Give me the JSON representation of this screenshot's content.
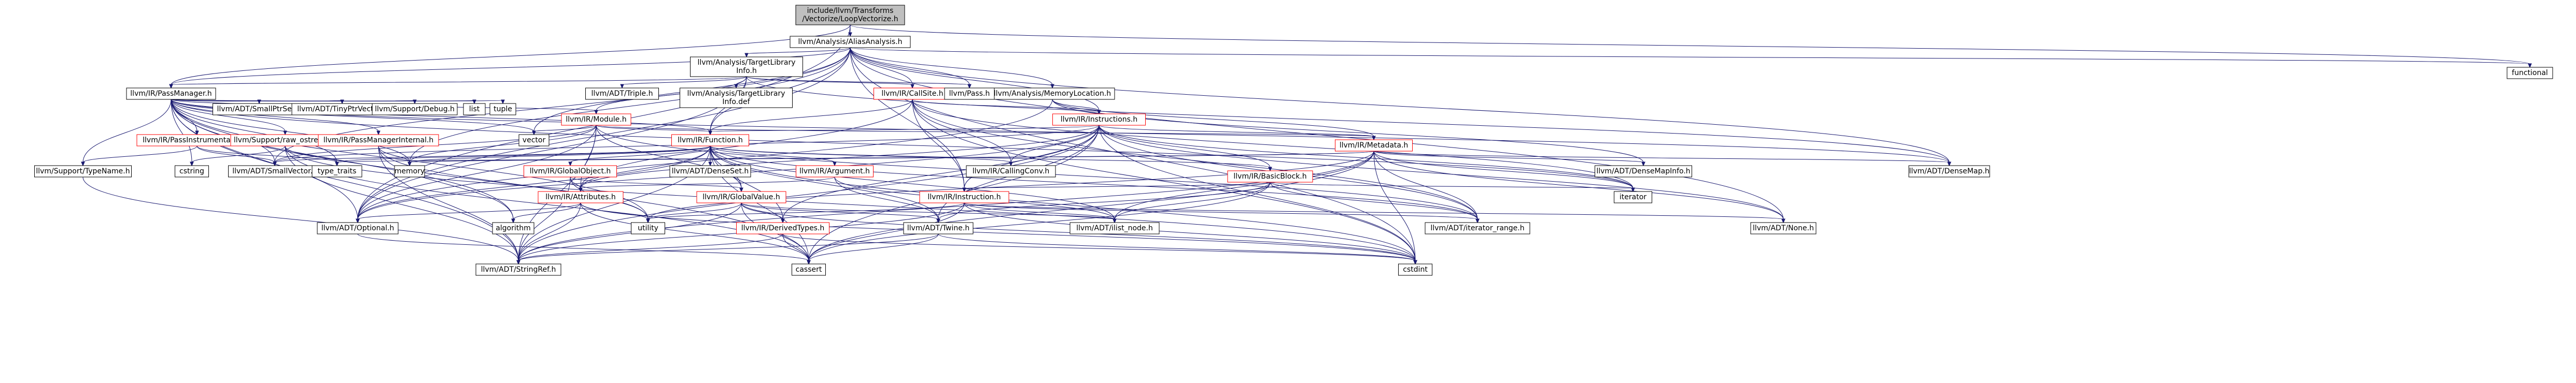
{
  "nodes": [
    {
      "id": "root",
      "lines": [
        "include/llvm/Transforms",
        "/Vectorize/LoopVectorize.h"
      ],
      "style": "gray"
    },
    {
      "id": "aa",
      "lines": [
        "llvm/Analysis/AliasAnalysis.h"
      ],
      "style": "plain"
    },
    {
      "id": "functional",
      "lines": [
        "functional"
      ],
      "style": "plain"
    },
    {
      "id": "tli",
      "lines": [
        "llvm/Analysis/TargetLibrary",
        "Info.h"
      ],
      "style": "plain"
    },
    {
      "id": "memloc",
      "lines": [
        "llvm/Analysis/MemoryLocation.h"
      ],
      "style": "plain"
    },
    {
      "id": "passmgr",
      "lines": [
        "llvm/IR/PassManager.h"
      ],
      "style": "plain"
    },
    {
      "id": "triple",
      "lines": [
        "llvm/ADT/Triple.h"
      ],
      "style": "plain"
    },
    {
      "id": "tlidef",
      "lines": [
        "llvm/Analysis/TargetLibrary",
        "Info.def"
      ],
      "style": "plain"
    },
    {
      "id": "callsite",
      "lines": [
        "llvm/IR/CallSite.h"
      ],
      "style": "red"
    },
    {
      "id": "pass",
      "lines": [
        "llvm/Pass.h"
      ],
      "style": "plain"
    },
    {
      "id": "instructions",
      "lines": [
        "llvm/IR/Instructions.h"
      ],
      "style": "red"
    },
    {
      "id": "smallptrset",
      "lines": [
        "llvm/ADT/SmallPtrSet.h"
      ],
      "style": "plain"
    },
    {
      "id": "tinyptr",
      "lines": [
        "llvm/ADT/TinyPtrVector.h"
      ],
      "style": "plain"
    },
    {
      "id": "debug",
      "lines": [
        "llvm/Support/Debug.h"
      ],
      "style": "plain"
    },
    {
      "id": "list",
      "lines": [
        "list"
      ],
      "style": "plain"
    },
    {
      "id": "tuple",
      "lines": [
        "tuple"
      ],
      "style": "plain"
    },
    {
      "id": "module",
      "lines": [
        "llvm/IR/Module.h"
      ],
      "style": "red"
    },
    {
      "id": "vector",
      "lines": [
        "vector"
      ],
      "style": "plain"
    },
    {
      "id": "passinstr",
      "lines": [
        "llvm/IR/PassInstrumentation.h"
      ],
      "style": "red"
    },
    {
      "id": "rawostream",
      "lines": [
        "llvm/Support/raw_ostream.h"
      ],
      "style": "red"
    },
    {
      "id": "passmgrint",
      "lines": [
        "llvm/IR/PassManagerInternal.h"
      ],
      "style": "red"
    },
    {
      "id": "function",
      "lines": [
        "llvm/IR/Function.h"
      ],
      "style": "red"
    },
    {
      "id": "metadata",
      "lines": [
        "llvm/IR/Metadata.h"
      ],
      "style": "red"
    },
    {
      "id": "typename",
      "lines": [
        "llvm/Support/TypeName.h"
      ],
      "style": "plain"
    },
    {
      "id": "cstring",
      "lines": [
        "cstring"
      ],
      "style": "plain"
    },
    {
      "id": "smallvector",
      "lines": [
        "llvm/ADT/SmallVector.h"
      ],
      "style": "plain"
    },
    {
      "id": "typetraits",
      "lines": [
        "type_traits"
      ],
      "style": "plain"
    },
    {
      "id": "memory",
      "lines": [
        "memory"
      ],
      "style": "plain"
    },
    {
      "id": "globalobject",
      "lines": [
        "llvm/IR/GlobalObject.h"
      ],
      "style": "red"
    },
    {
      "id": "denseset",
      "lines": [
        "llvm/ADT/DenseSet.h"
      ],
      "style": "plain"
    },
    {
      "id": "argument",
      "lines": [
        "llvm/IR/Argument.h"
      ],
      "style": "red"
    },
    {
      "id": "callingconv",
      "lines": [
        "llvm/IR/CallingConv.h"
      ],
      "style": "plain"
    },
    {
      "id": "basicblock",
      "lines": [
        "llvm/IR/BasicBlock.h"
      ],
      "style": "red"
    },
    {
      "id": "densemapinfo",
      "lines": [
        "llvm/ADT/DenseMapInfo.h"
      ],
      "style": "plain"
    },
    {
      "id": "densemap",
      "lines": [
        "llvm/ADT/DenseMap.h"
      ],
      "style": "plain"
    },
    {
      "id": "attributes",
      "lines": [
        "llvm/IR/Attributes.h"
      ],
      "style": "red"
    },
    {
      "id": "globalvalue",
      "lines": [
        "llvm/IR/GlobalValue.h"
      ],
      "style": "red"
    },
    {
      "id": "instruction",
      "lines": [
        "llvm/IR/Instruction.h"
      ],
      "style": "red"
    },
    {
      "id": "iterator",
      "lines": [
        "iterator"
      ],
      "style": "plain"
    },
    {
      "id": "optional",
      "lines": [
        "llvm/ADT/Optional.h"
      ],
      "style": "plain"
    },
    {
      "id": "algorithm",
      "lines": [
        "algorithm"
      ],
      "style": "plain"
    },
    {
      "id": "utility",
      "lines": [
        "utility"
      ],
      "style": "plain"
    },
    {
      "id": "derivedtypes",
      "lines": [
        "llvm/IR/DerivedTypes.h"
      ],
      "style": "red"
    },
    {
      "id": "twine",
      "lines": [
        "llvm/ADT/Twine.h"
      ],
      "style": "plain"
    },
    {
      "id": "ilistnode",
      "lines": [
        "llvm/ADT/ilist_node.h"
      ],
      "style": "plain"
    },
    {
      "id": "iterrange",
      "lines": [
        "llvm/ADT/iterator_range.h"
      ],
      "style": "plain"
    },
    {
      "id": "none",
      "lines": [
        "llvm/ADT/None.h"
      ],
      "style": "plain"
    },
    {
      "id": "stringref",
      "lines": [
        "llvm/ADT/StringRef.h"
      ],
      "style": "plain"
    },
    {
      "id": "cassert",
      "lines": [
        "cassert"
      ],
      "style": "plain"
    },
    {
      "id": "cstdint",
      "lines": [
        "cstdint"
      ],
      "style": "plain"
    }
  ],
  "edges": [
    [
      "root",
      "aa"
    ],
    [
      "root",
      "functional"
    ],
    [
      "root",
      "passmgr"
    ],
    [
      "root",
      "optional"
    ],
    [
      "aa",
      "tli"
    ],
    [
      "aa",
      "memloc"
    ],
    [
      "aa",
      "passmgr"
    ],
    [
      "aa",
      "pass"
    ],
    [
      "aa",
      "callsite"
    ],
    [
      "aa",
      "instructions"
    ],
    [
      "aa",
      "function"
    ],
    [
      "aa",
      "instruction"
    ],
    [
      "aa",
      "densemap"
    ],
    [
      "aa",
      "none"
    ],
    [
      "aa",
      "cstdint"
    ],
    [
      "aa",
      "vector"
    ],
    [
      "aa",
      "memory"
    ],
    [
      "aa",
      "functional"
    ],
    [
      "aa",
      "smallvector"
    ],
    [
      "aa",
      "optional"
    ],
    [
      "tli",
      "passmgr"
    ],
    [
      "tli",
      "triple"
    ],
    [
      "tli",
      "tlidef"
    ],
    [
      "tli",
      "callsite"
    ],
    [
      "tli",
      "pass"
    ],
    [
      "tli",
      "module"
    ],
    [
      "tli",
      "function"
    ],
    [
      "tli",
      "densemap"
    ],
    [
      "tli",
      "optional"
    ],
    [
      "memloc",
      "instructions"
    ],
    [
      "memloc",
      "metadata"
    ],
    [
      "memloc",
      "optional"
    ],
    [
      "memloc",
      "densemapinfo"
    ],
    [
      "passmgr",
      "smallptrset"
    ],
    [
      "passmgr",
      "tinyptr"
    ],
    [
      "passmgr",
      "debug"
    ],
    [
      "passmgr",
      "list"
    ],
    [
      "passmgr",
      "tuple"
    ],
    [
      "passmgr",
      "module"
    ],
    [
      "passmgr",
      "vector"
    ],
    [
      "passmgr",
      "passinstr"
    ],
    [
      "passmgr",
      "rawostream"
    ],
    [
      "passmgr",
      "passmgrint"
    ],
    [
      "passmgr",
      "function"
    ],
    [
      "passmgr",
      "typename"
    ],
    [
      "passmgr",
      "cstring"
    ],
    [
      "passmgr",
      "smallvector"
    ],
    [
      "passmgr",
      "typetraits"
    ],
    [
      "passmgr",
      "memory"
    ],
    [
      "passmgr",
      "optional"
    ],
    [
      "passmgr",
      "algorithm"
    ],
    [
      "passmgr",
      "utility"
    ],
    [
      "passmgr",
      "stringref"
    ],
    [
      "passmgr",
      "cassert"
    ],
    [
      "passmgr",
      "densemap"
    ],
    [
      "passmgr",
      "iterator"
    ],
    [
      "callsite",
      "instructions"
    ],
    [
      "callsite",
      "function"
    ],
    [
      "callsite",
      "callingconv"
    ],
    [
      "callsite",
      "instruction"
    ],
    [
      "callsite",
      "attributes"
    ],
    [
      "callsite",
      "iterator"
    ],
    [
      "callsite",
      "iterrange"
    ],
    [
      "callsite",
      "cstdint"
    ],
    [
      "instructions",
      "metadata"
    ],
    [
      "instructions",
      "function"
    ],
    [
      "instructions",
      "basicblock"
    ],
    [
      "instructions",
      "callingconv"
    ],
    [
      "instructions",
      "attributes"
    ],
    [
      "instructions",
      "instruction"
    ],
    [
      "instructions",
      "derivedtypes"
    ],
    [
      "instructions",
      "twine"
    ],
    [
      "instructions",
      "iterator"
    ],
    [
      "instructions",
      "iterrange"
    ],
    [
      "instructions",
      "none"
    ],
    [
      "instructions",
      "stringref"
    ],
    [
      "instructions",
      "cassert"
    ],
    [
      "instructions",
      "cstdint"
    ],
    [
      "instructions",
      "optional"
    ],
    [
      "instructions",
      "smallvector"
    ],
    [
      "module",
      "function"
    ],
    [
      "module",
      "metadata"
    ],
    [
      "module",
      "globalvalue"
    ],
    [
      "module",
      "attributes"
    ],
    [
      "module",
      "stringref"
    ],
    [
      "module",
      "iterrange"
    ],
    [
      "module",
      "memory"
    ],
    [
      "module",
      "vector"
    ],
    [
      "module",
      "optional"
    ],
    [
      "module",
      "smallvector"
    ],
    [
      "module",
      "cstddef"
    ],
    [
      "passinstr",
      "smallvector"
    ],
    [
      "passinstr",
      "typename"
    ],
    [
      "passinstr",
      "typetraits"
    ],
    [
      "rawostream",
      "stringref"
    ],
    [
      "rawostream",
      "cassert"
    ],
    [
      "rawostream",
      "cstring"
    ],
    [
      "rawostream",
      "typetraits"
    ],
    [
      "rawostream",
      "cstdint"
    ],
    [
      "passmgrint",
      "stringref"
    ],
    [
      "passmgrint",
      "memory"
    ],
    [
      "passmgrint",
      "utility"
    ],
    [
      "passmgrint",
      "algorithm"
    ],
    [
      "function",
      "globalobject"
    ],
    [
      "function",
      "denseset"
    ],
    [
      "function",
      "argument"
    ],
    [
      "function",
      "callingconv"
    ],
    [
      "function",
      "basicblock"
    ],
    [
      "function",
      "attributes"
    ],
    [
      "function",
      "globalvalue"
    ],
    [
      "function",
      "derivedtypes"
    ],
    [
      "function",
      "twine"
    ],
    [
      "function",
      "ilistnode"
    ],
    [
      "function",
      "iterrange"
    ],
    [
      "function",
      "stringref"
    ],
    [
      "function",
      "cassert"
    ],
    [
      "function",
      "cstdint"
    ],
    [
      "function",
      "memory"
    ],
    [
      "function",
      "optional"
    ],
    [
      "function",
      "smallvector"
    ],
    [
      "function",
      "typetraits"
    ],
    [
      "function",
      "cstddef"
    ],
    [
      "metadata",
      "densemapinfo"
    ],
    [
      "metadata",
      "densemap"
    ],
    [
      "metadata",
      "iterator"
    ],
    [
      "metadata",
      "iterrange"
    ],
    [
      "metadata",
      "none"
    ],
    [
      "metadata",
      "ilistnode"
    ],
    [
      "metadata",
      "stringref"
    ],
    [
      "metadata",
      "cassert"
    ],
    [
      "metadata",
      "cstdint"
    ],
    [
      "metadata",
      "memory"
    ],
    [
      "metadata",
      "typetraits"
    ],
    [
      "metadata",
      "utility"
    ],
    [
      "typename",
      "stringref"
    ],
    [
      "globalobject",
      "attributes"
    ],
    [
      "globalobject",
      "globalvalue"
    ],
    [
      "globalobject",
      "stringref"
    ],
    [
      "globalobject",
      "utility"
    ],
    [
      "argument",
      "attributes"
    ],
    [
      "argument",
      "twine"
    ],
    [
      "argument",
      "ilistnode"
    ],
    [
      "basicblock",
      "instruction"
    ],
    [
      "basicblock",
      "twine"
    ],
    [
      "basicblock",
      "iterator"
    ],
    [
      "basicblock",
      "iterrange"
    ],
    [
      "basicblock",
      "ilistnode"
    ],
    [
      "basicblock",
      "cassert"
    ],
    [
      "basicblock",
      "cstddef"
    ],
    [
      "attributes",
      "optional"
    ],
    [
      "attributes",
      "algorithm"
    ],
    [
      "attributes",
      "utility"
    ],
    [
      "attributes",
      "stringref"
    ],
    [
      "attributes",
      "cassert"
    ],
    [
      "attributes",
      "cstdint"
    ],
    [
      "globalvalue",
      "derivedtypes"
    ],
    [
      "globalvalue",
      "twine"
    ],
    [
      "globalvalue",
      "stringref"
    ],
    [
      "globalvalue",
      "cassert"
    ],
    [
      "globalvalue",
      "cstdint"
    ],
    [
      "globalvalue",
      "ilistnode"
    ],
    [
      "globalvalue",
      "utility"
    ],
    [
      "instruction",
      "ilistnode"
    ],
    [
      "instruction",
      "none"
    ],
    [
      "instruction",
      "stringref"
    ],
    [
      "instruction",
      "cassert"
    ],
    [
      "instruction",
      "cstdint"
    ],
    [
      "instruction",
      "utility"
    ],
    [
      "instruction",
      "iterrange"
    ],
    [
      "derivedtypes",
      "stringref"
    ],
    [
      "derivedtypes",
      "cassert"
    ],
    [
      "derivedtypes",
      "cstdint"
    ],
    [
      "twine",
      "stringref"
    ],
    [
      "twine",
      "cassert"
    ],
    [
      "twine",
      "cstdint"
    ],
    [
      "iterrange",
      "utility"
    ],
    [
      "iterrange",
      "iterator"
    ],
    [
      "optional",
      "none"
    ],
    [
      "optional",
      "cassert"
    ],
    [
      "optional",
      "utility"
    ]
  ]
}
